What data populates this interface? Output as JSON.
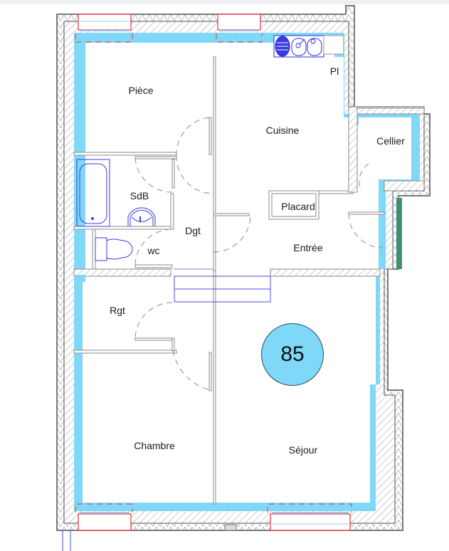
{
  "plan": {
    "surface_badge": "85",
    "colors": {
      "insulation": "#7fd8f7",
      "wall_stroke": "#8a8a8a",
      "window_red": "#e8333a",
      "fixture_blue": "#3a3ae0",
      "facade_green": "#3f8f76",
      "badge_fill": "#7fd8f7"
    },
    "rooms": [
      {
        "id": "piece",
        "label": "Pièce"
      },
      {
        "id": "cuisine",
        "label": "Cuisine"
      },
      {
        "id": "pl",
        "label": "Pl"
      },
      {
        "id": "cellier",
        "label": "Cellier"
      },
      {
        "id": "sdb",
        "label": "SdB"
      },
      {
        "id": "dgt",
        "label": "Dgt"
      },
      {
        "id": "placard",
        "label": "Placard"
      },
      {
        "id": "wc",
        "label": "wc"
      },
      {
        "id": "entree",
        "label": "Entrée"
      },
      {
        "id": "rgt",
        "label": "Rgt"
      },
      {
        "id": "chambre",
        "label": "Chambre"
      },
      {
        "id": "sejour",
        "label": "Séjour"
      }
    ],
    "fixtures": [
      "kitchen-sink",
      "bathtub",
      "washbasin",
      "toilet"
    ]
  }
}
